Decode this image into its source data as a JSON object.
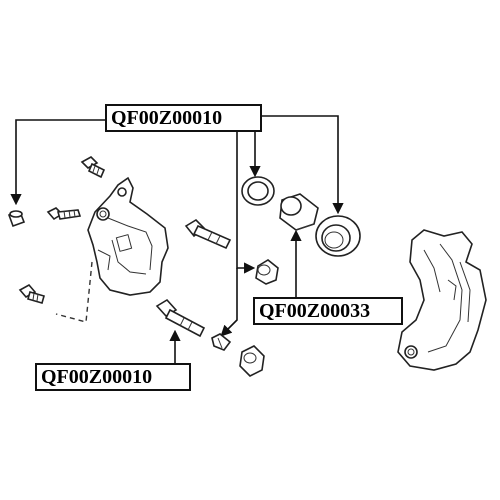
{
  "labels": {
    "top": "QF00Z00010",
    "right": "QF00Z00033",
    "bottom": "QF00Z00010"
  },
  "colors": {
    "line": "#111111",
    "background": "#ffffff"
  }
}
